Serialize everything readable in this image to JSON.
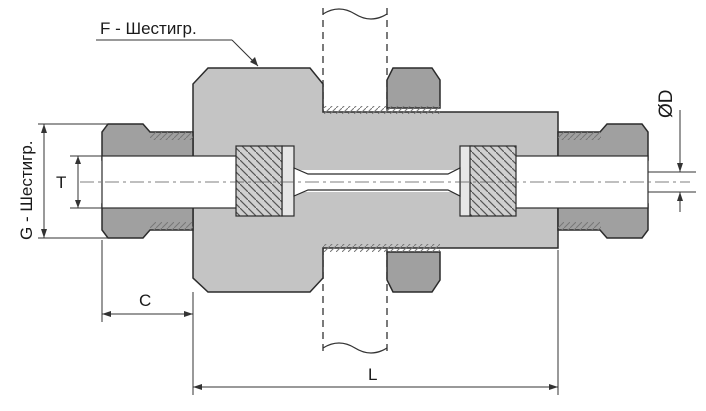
{
  "labels": {
    "f_hex": "F - Шестигр.",
    "g_hex": "G - Шестигр.",
    "t": "T",
    "d": "ØD",
    "c": "C",
    "l": "L"
  },
  "colors": {
    "body": "#c4c4c4",
    "body_dark": "#a9a9a9",
    "nut": "#a0a0a0",
    "nut_dark": "#8a8a8a",
    "outline": "#2b2b2b",
    "ferrule": "#d9d9d9",
    "tube": "#ffffff"
  }
}
